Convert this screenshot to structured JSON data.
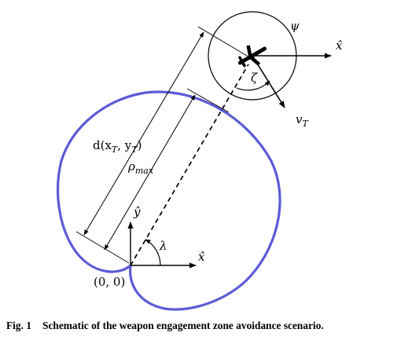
{
  "labels": {
    "psi": "ψ",
    "x_hat": "x̂",
    "y_hat": "ŷ",
    "zeta": "ζ",
    "lambda": "λ",
    "origin": "(0, 0)",
    "v": "v",
    "v_sub": "T",
    "d_prefix": "d(x",
    "d_sub1": "T",
    "d_mid": ", y",
    "d_sub2": "T",
    "d_suffix": ")",
    "rho": "ρ",
    "rho_sub": "max"
  },
  "caption": {
    "figure_label": "Fig. 1",
    "text": "Schematic of the weapon engagement zone avoidance scenario."
  },
  "colors": {
    "wez_boundary": "#5b5bd6",
    "ink": "#000000"
  },
  "icons": {
    "aircraft": "aircraft-icon"
  }
}
